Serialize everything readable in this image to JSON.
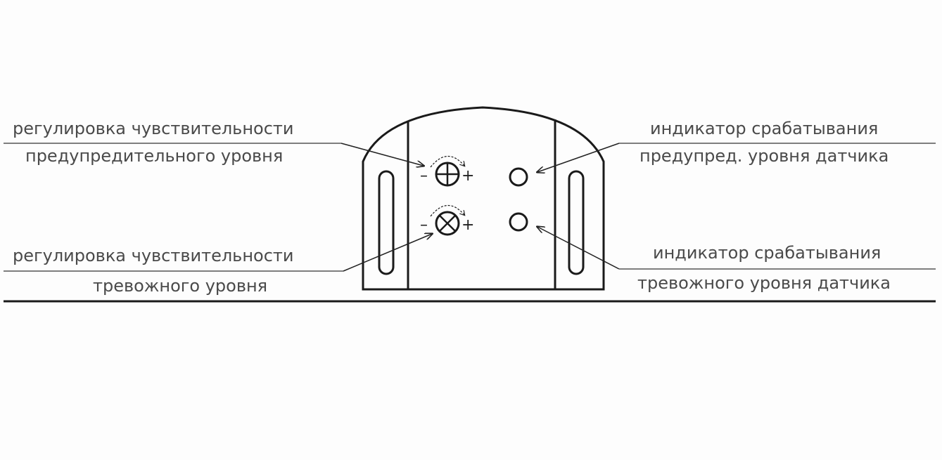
{
  "labels": {
    "warning_sensitivity": {
      "line1": "регулировка чувствительности",
      "line2": "предупредительного уровня"
    },
    "alarm_sensitivity": {
      "line1": "регулировка чувствительности",
      "line2": "тревожного уровня"
    },
    "warning_indicator": {
      "line1": "индикатор срабатывания",
      "line2": "предупред. уровня датчика"
    },
    "alarm_indicator": {
      "line1": "индикатор срабатывания",
      "line2": "тревожного уровня датчика"
    }
  },
  "knob_signs": {
    "minus": "–",
    "plus": "+"
  },
  "icons": [
    "plus-screw-icon",
    "cross-screw-icon",
    "indicator-led-icon"
  ]
}
